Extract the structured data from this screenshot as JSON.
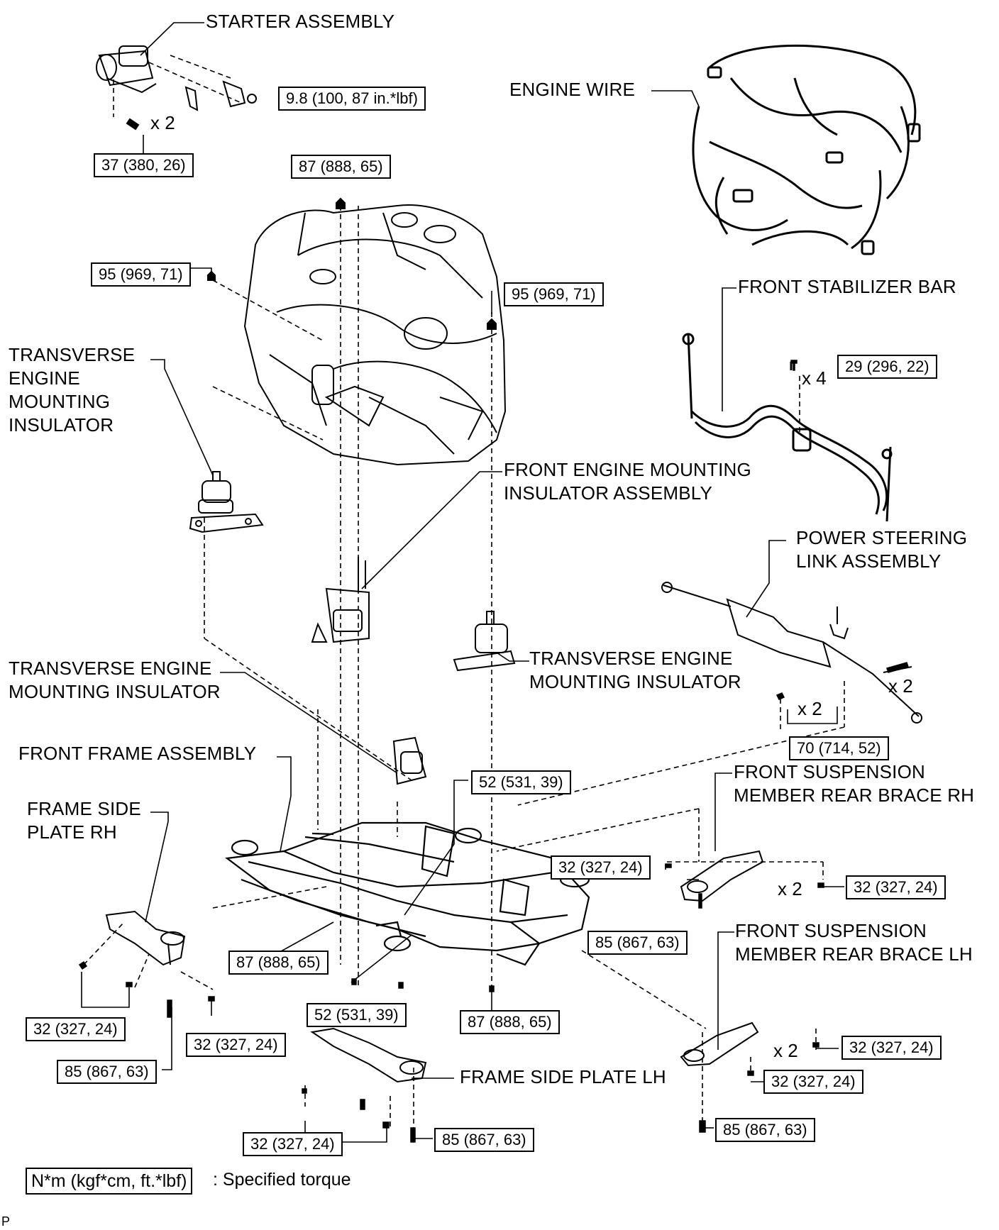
{
  "labels": {
    "starter": "STARTER ASSEMBLY",
    "engine_wire": "ENGINE WIRE",
    "stabilizer": "FRONT STABILIZER BAR",
    "transverse_lh": [
      "TRANSVERSE",
      "ENGINE",
      "MOUNTING",
      "INSULATOR"
    ],
    "front_mount": [
      "FRONT ENGINE MOUNTING",
      "INSULATOR ASSEMBLY"
    ],
    "power_steering": [
      "POWER STEERING",
      "LINK ASSEMBLY"
    ],
    "transverse_mid": [
      "TRANSVERSE ENGINE",
      "MOUNTING INSULATOR"
    ],
    "transverse_left": [
      "TRANSVERSE ENGINE",
      "MOUNTING INSULATOR"
    ],
    "front_frame": "FRONT FRAME ASSEMBLY",
    "frame_rh": [
      "FRAME SIDE",
      "PLATE RH"
    ],
    "brace_rh": [
      "FRONT SUSPENSION",
      "MEMBER REAR BRACE RH"
    ],
    "brace_lh": [
      "FRONT SUSPENSION",
      "MEMBER REAR BRACE LH"
    ],
    "frame_lh": "FRAME SIDE PLATE LH"
  },
  "torques": {
    "starter_nut": "9.8 (100, 87 in.*lbf)",
    "starter_bolt": "37 (380, 26)",
    "engine_top": "87 (888, 65)",
    "engine_left": "95 (969, 71)",
    "engine_right": "95 (969, 71)",
    "stabilizer": "29 (296, 22)",
    "steering": "70 (714, 52)",
    "frame_center": "52 (531, 39)",
    "brace_rh_nut": "32 (327, 24)",
    "brace_rh_bolt": "32 (327, 24)",
    "frame_bolt": "85 (867, 63)",
    "frame_left_bolt": "87 (888, 65)",
    "frame_bottom_nut": "52 (531, 39)",
    "frame_bottom_right": "87 (888, 65)",
    "rh_plate_bolts": "32 (327, 24)",
    "rh_plate_nut": "32 (327, 24)",
    "rh_plate_big": "85 (867, 63)",
    "brace_lh_bolt": "32 (327, 24)",
    "brace_lh_nut": "32 (327, 24)",
    "brace_lh_big": "85 (867, 63)",
    "lh_plate_bolts": "32 (327, 24)",
    "lh_plate_big": "85 (867, 63)"
  },
  "quantities": {
    "starter": "x 2",
    "stabilizer": "x 4",
    "steering_bolt": "x 2",
    "steering_nut": "x 2",
    "brace_rh": "x 2",
    "brace_lh": "x 2"
  },
  "legend": {
    "box": "N*m (kgf*cm, ft.*lbf)",
    "text": ": Specified torque"
  },
  "figure_code": "P"
}
